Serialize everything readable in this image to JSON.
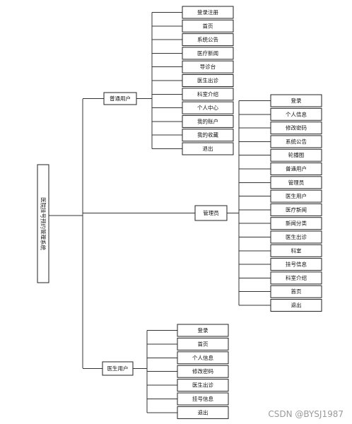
{
  "root": {
    "label": "医院挂号预约管理系统"
  },
  "groups": [
    {
      "label": "普通用户",
      "items": [
        "登录注册",
        "首页",
        "系统公告",
        "医疗新闻",
        "导诊台",
        "医生出诊",
        "科室介绍",
        "个人中心",
        "我的账户",
        "我的收藏",
        "退出"
      ]
    },
    {
      "label": "管理员",
      "items": [
        "登录",
        "个人信息",
        "修改密码",
        "系统公告",
        "轮播图",
        "普通用户",
        "管理员",
        "医生用户",
        "医疗新闻",
        "新闻分类",
        "医生出诊",
        "科室",
        "挂号信息",
        "科室介绍",
        "首页",
        "退出"
      ]
    },
    {
      "label": "医生用户",
      "items": [
        "登录",
        "首页",
        "个人信息",
        "修改密码",
        "医生出诊",
        "挂号信息",
        "退出"
      ]
    }
  ],
  "watermark": "CSDN @BYSJ1987"
}
